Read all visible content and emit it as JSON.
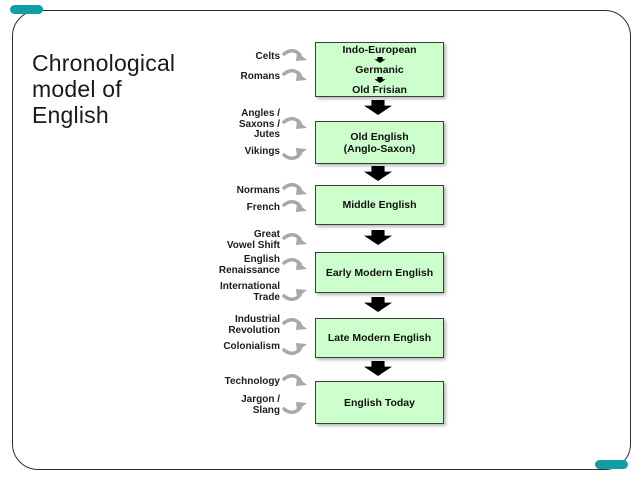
{
  "slide": {
    "title": "Chronological\nmodel of\nEnglish",
    "accent_color": "#0f9ea3",
    "frame_border_color": "#2e2e2e"
  },
  "diagram": {
    "box_fill_color": "#ccffcc",
    "arrow_color": "#000000",
    "swoosh_color": "#a8a8a8",
    "root_box_lines": [
      "Indo-European",
      "Germanic",
      "Old Frisian"
    ],
    "stages": [
      "Old English\n(Anglo-Saxon)",
      "Middle English",
      "Early Modern English",
      "Late Modern English",
      "English Today"
    ],
    "influences": [
      "Celts",
      "Romans",
      "Angles /\nSaxons /\nJutes",
      "Vikings",
      "Normans",
      "French",
      "Great\nVowel Shift",
      "English\nRenaissance",
      "International\nTrade",
      "Industrial\nRevolution",
      "Colonialism",
      "Technology",
      "Jargon /\nSlang"
    ]
  }
}
